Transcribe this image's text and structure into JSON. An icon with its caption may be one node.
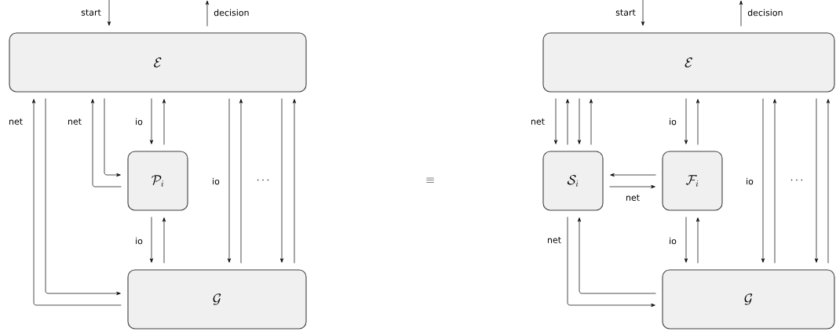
{
  "diagram": {
    "nodes": [
      {
        "text": [
          "\\mathcal{E}"
        ]
      },
      {
        "text": [
          "\\mathcal{P}_i"
        ]
      },
      {
        "text": [
          "\\mathcal{G}"
        ]
      },
      {
        "text": [
          "\\mathcal{E}"
        ]
      },
      {
        "text": [
          "\\mathcal{S}_i"
        ]
      },
      {
        "text": [
          "\\mathcal{F}_i"
        ]
      },
      {
        "text": [
          "\\mathcal{G}"
        ]
      }
    ],
    "edges": [
      {
        "from": null,
        "to": 0,
        "arrow": "to",
        "label": "start"
      },
      {
        "from": 0,
        "to": null,
        "arrow": "to",
        "label": "decision"
      },
      {
        "from": 2,
        "to": 0,
        "arrow": "to",
        "label": "net"
      },
      {
        "from": 0,
        "to": 2,
        "arrow": "to"
      },
      {
        "from": 1,
        "to": 0,
        "arrow": "to",
        "label": "net"
      },
      {
        "from": 0,
        "to": 1,
        "arrow": "to"
      },
      {
        "from": 0,
        "to": 1,
        "arrow": "to",
        "label": "io"
      },
      {
        "from": 1,
        "to": 0,
        "arrow": "to"
      },
      {
        "from": 1,
        "to": 2,
        "arrow": "to",
        "label": "io"
      },
      {
        "from": 2,
        "to": 1,
        "arrow": "to"
      },
      {
        "from": 0,
        "to": 2,
        "arrow": "to",
        "label": "io"
      },
      {
        "from": 2,
        "to": 0,
        "arrow": "to"
      },
      {
        "from": 0,
        "to": 2,
        "arrow": "to"
      },
      {
        "from": 2,
        "to": 0,
        "arrow": "to"
      },
      {
        "from": null,
        "to": 3,
        "arrow": "to",
        "label": "start"
      },
      {
        "from": 3,
        "to": null,
        "arrow": "to",
        "label": "decision"
      },
      {
        "from": 3,
        "to": 4,
        "arrow": "to",
        "label": "net"
      },
      {
        "from": 4,
        "to": 3,
        "arrow": "to"
      },
      {
        "from": 3,
        "to": 4,
        "arrow": "to"
      },
      {
        "from": 4,
        "to": 3,
        "arrow": "to"
      },
      {
        "from": 5,
        "to": 4,
        "arrow": "to"
      },
      {
        "from": 4,
        "to": 5,
        "arrow": "to",
        "label": "net"
      },
      {
        "from": 3,
        "to": 5,
        "arrow": "to",
        "label": "io"
      },
      {
        "from": 5,
        "to": 3,
        "arrow": "to"
      },
      {
        "from": 5,
        "to": 6,
        "arrow": "to",
        "label": "io"
      },
      {
        "from": 6,
        "to": 5,
        "arrow": "to"
      },
      {
        "from": 6,
        "to": 4,
        "arrow": "to"
      },
      {
        "from": 4,
        "to": 6,
        "arrow": "to",
        "label": "net"
      },
      {
        "from": 3,
        "to": 6,
        "arrow": "to",
        "label": "io"
      },
      {
        "from": 6,
        "to": 3,
        "arrow": "to"
      },
      {
        "from": 3,
        "to": 6,
        "arrow": "to"
      },
      {
        "from": 6,
        "to": 3,
        "arrow": "to"
      }
    ],
    "labels": [
      "\\cdots",
      "\\equiv",
      "\\cdots"
    ]
  }
}
